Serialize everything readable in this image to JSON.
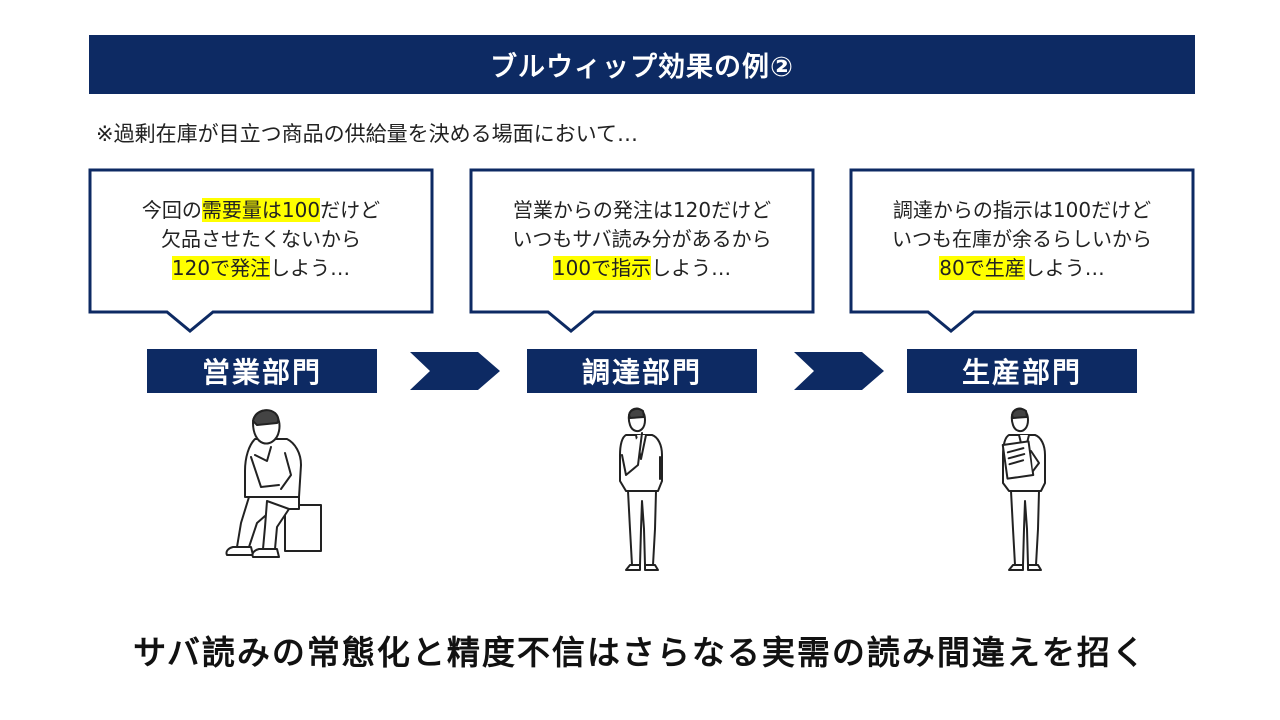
{
  "title": "ブルウィップ効果の例②",
  "context_note": "※過剰在庫が目立つ商品の供給量を決める場面において…",
  "bubbles": [
    {
      "line1": [
        {
          "text": "今回の",
          "hl": false
        },
        {
          "text": "需要量は100",
          "hl": true
        },
        {
          "text": "だけど",
          "hl": false
        }
      ],
      "line2": [
        {
          "text": "欠品させたくないから",
          "hl": false
        }
      ],
      "line3": [
        {
          "text": "120で発注",
          "hl": true
        },
        {
          "text": "しよう…",
          "hl": false
        }
      ]
    },
    {
      "line1": [
        {
          "text": "営業からの発注は120だけど",
          "hl": false
        }
      ],
      "line2": [
        {
          "text": "いつもサバ読み分があるから",
          "hl": false
        }
      ],
      "line3": [
        {
          "text": "100で指示",
          "hl": true
        },
        {
          "text": "しよう…",
          "hl": false
        }
      ]
    },
    {
      "line1": [
        {
          "text": "調達からの指示は100だけど",
          "hl": false
        }
      ],
      "line2": [
        {
          "text": "いつも在庫が余るらしいから",
          "hl": false
        }
      ],
      "line3": [
        {
          "text": "80で生産",
          "hl": true
        },
        {
          "text": "しよう…",
          "hl": false
        }
      ]
    }
  ],
  "departments": [
    "営業部門",
    "調達部門",
    "生産部門"
  ],
  "bottom_message": "サバ読みの常態化と精度不信はさらなる実需の読み間違えを招く",
  "colors": {
    "navy": "#0d2a63",
    "highlight": "#ffff00"
  },
  "icons": [
    "chevron-right-icon",
    "worried-seated-person-icon",
    "thinking-standing-person-icon",
    "person-with-clipboard-icon"
  ]
}
